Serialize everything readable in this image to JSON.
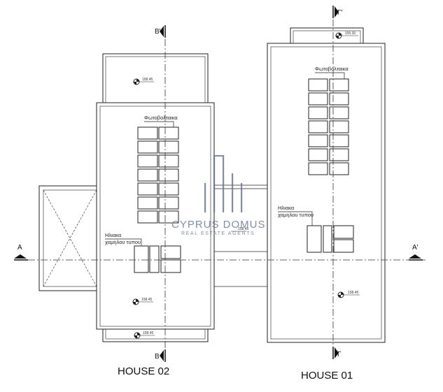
{
  "section_labels": {
    "a_left": "A",
    "a_right": "A'",
    "b_top": "B'",
    "b_bottom": "B",
    "g_top": "Γ'",
    "g_bottom": "Γ"
  },
  "houses": {
    "house02": {
      "name": "HOUSE 02",
      "pv_label": "Φωτοβολταικα",
      "heater_label_line1": "Ηλιακα",
      "heater_label_line2": "χαμηλου τυπου",
      "elev_roof": "158.45",
      "elev_main": "158.45",
      "elev_bottom": "158.45",
      "elev_right": "158.45"
    },
    "house01": {
      "name": "HOUSE 01",
      "pv_label": "Φωτοβολταικα",
      "heater_label_line1": "Ηλιακα",
      "heater_label_line2": "χαμηλου τυπου",
      "elev_top": "155.30",
      "elev_main": "158.45"
    }
  },
  "watermark": {
    "brand": "CYPRUS DOMUS",
    "tagline": "REAL ESTATE AGENTS",
    "color": "#6b7a99"
  },
  "colors": {
    "line": "#222222",
    "dash": "#333333"
  }
}
